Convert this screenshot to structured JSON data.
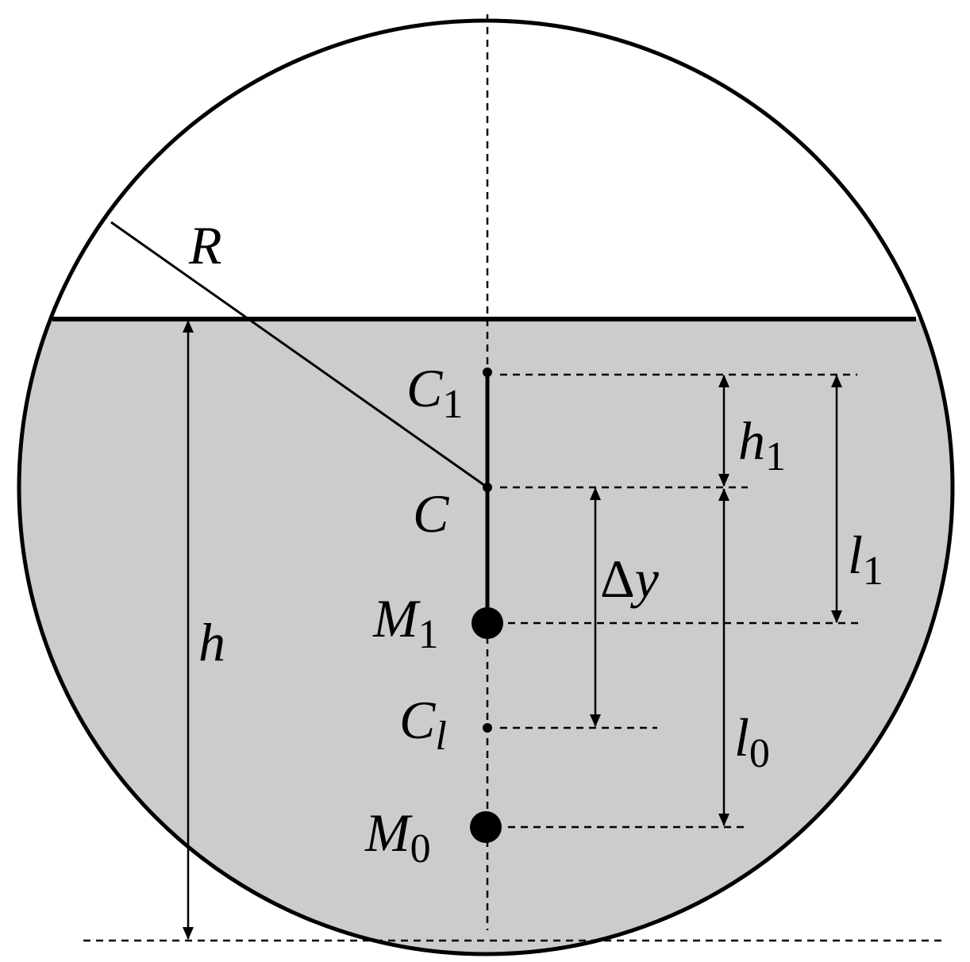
{
  "labels": {
    "R": "R",
    "C1_main": "C",
    "C1_sub": "1",
    "C": "C",
    "M1_main": "M",
    "M1_sub": "1",
    "Cl_main": "C",
    "Cl_sub": "l",
    "M0_main": "M",
    "M0_sub": "0",
    "h": "h",
    "h1_main": "h",
    "h1_sub": "1",
    "dy_delta": "Δ",
    "dy_var": "y",
    "l1_main": "l",
    "l1_sub": "1",
    "l0_main": "l",
    "l0_sub": "0"
  },
  "colors": {
    "liquid": "#cccccc",
    "stroke": "#000000",
    "background": "#ffffff"
  }
}
